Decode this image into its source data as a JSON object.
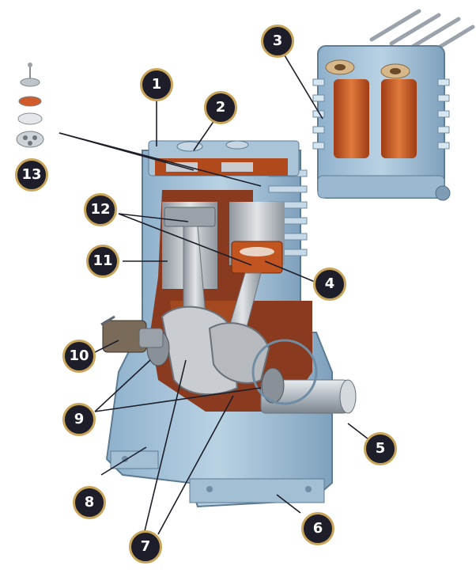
{
  "labels": {
    "l1": "1",
    "l2": "2",
    "l3": "3",
    "l4": "4",
    "l5": "5",
    "l6": "6",
    "l7": "7",
    "l8": "8",
    "l9": "9",
    "l10": "10",
    "l11": "11",
    "l12": "12",
    "l13": "13"
  },
  "colors": {
    "badge_fill": "#1d1e2a",
    "badge_ring": "#c9a55a",
    "body_blue": "#aec8dc",
    "cutaway_red": "#8a3a1e",
    "copper": "#c2541f",
    "steel": "#c8ccd0"
  }
}
